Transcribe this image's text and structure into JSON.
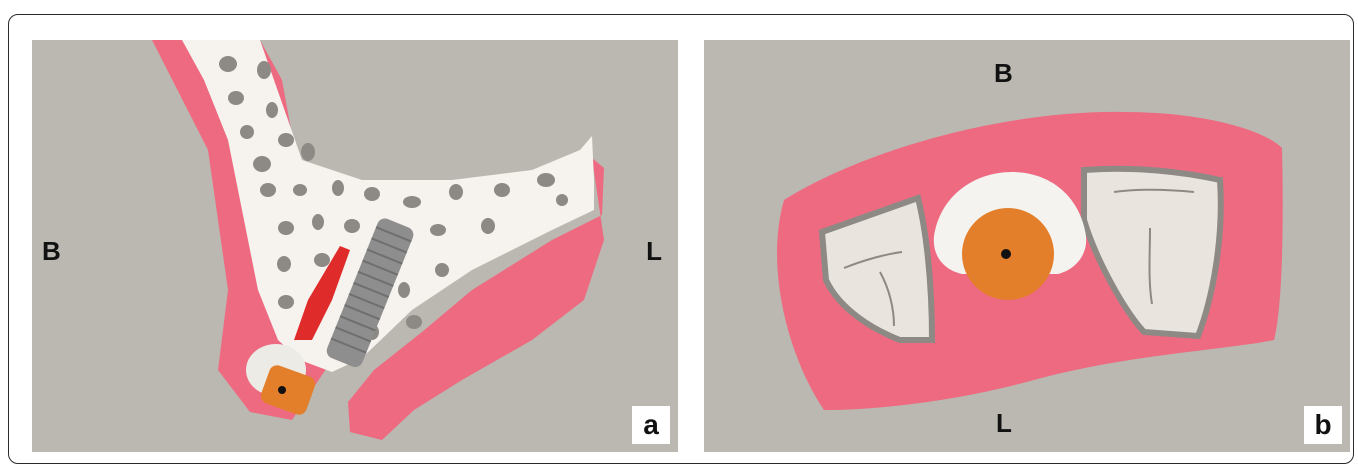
{
  "figure": {
    "panel_a": {
      "letter": "a",
      "side_left": "B",
      "side_right": "L"
    },
    "panel_b": {
      "letter": "b",
      "side_top": "B",
      "side_bottom": "L"
    }
  },
  "colors": {
    "background": "#bab8b1",
    "gingiva": "#ee6a80",
    "bone": "#f6f3ee",
    "marrow": "#8d8a85",
    "graft": "#e02b2b",
    "implant": "#8e8e8e",
    "healing_cap": "#e37f2a",
    "tooth": "#e9e5de"
  }
}
